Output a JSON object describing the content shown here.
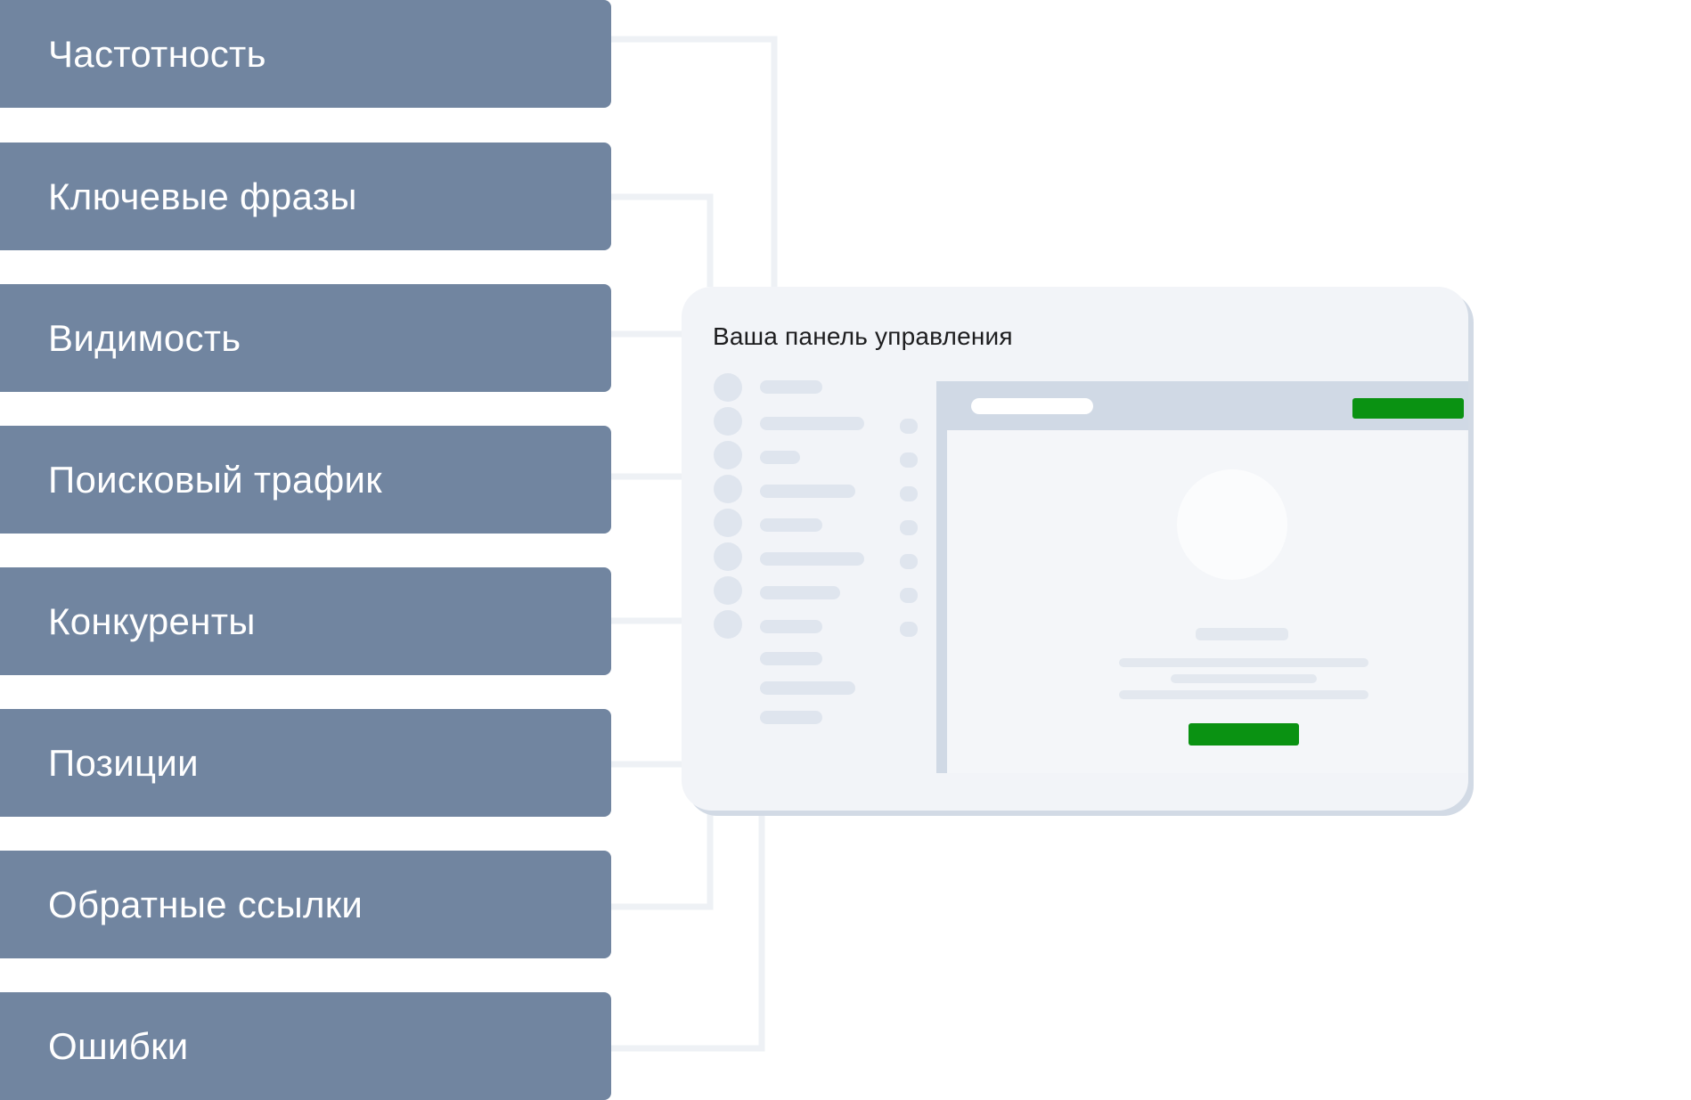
{
  "metrics": [
    "Частотность",
    "Ключевые фразы",
    "Видимость",
    "Поисковый трафик",
    "Конкуренты",
    "Позиции",
    "Обратные ссылки",
    "Ошибки"
  ],
  "dashboard": {
    "title": "Ваша панель управления"
  },
  "colors": {
    "metric_box": "#7185a0",
    "panel_bg": "#f2f4f8",
    "accent_green": "#0a9212",
    "connector": "#f0f2f5"
  }
}
